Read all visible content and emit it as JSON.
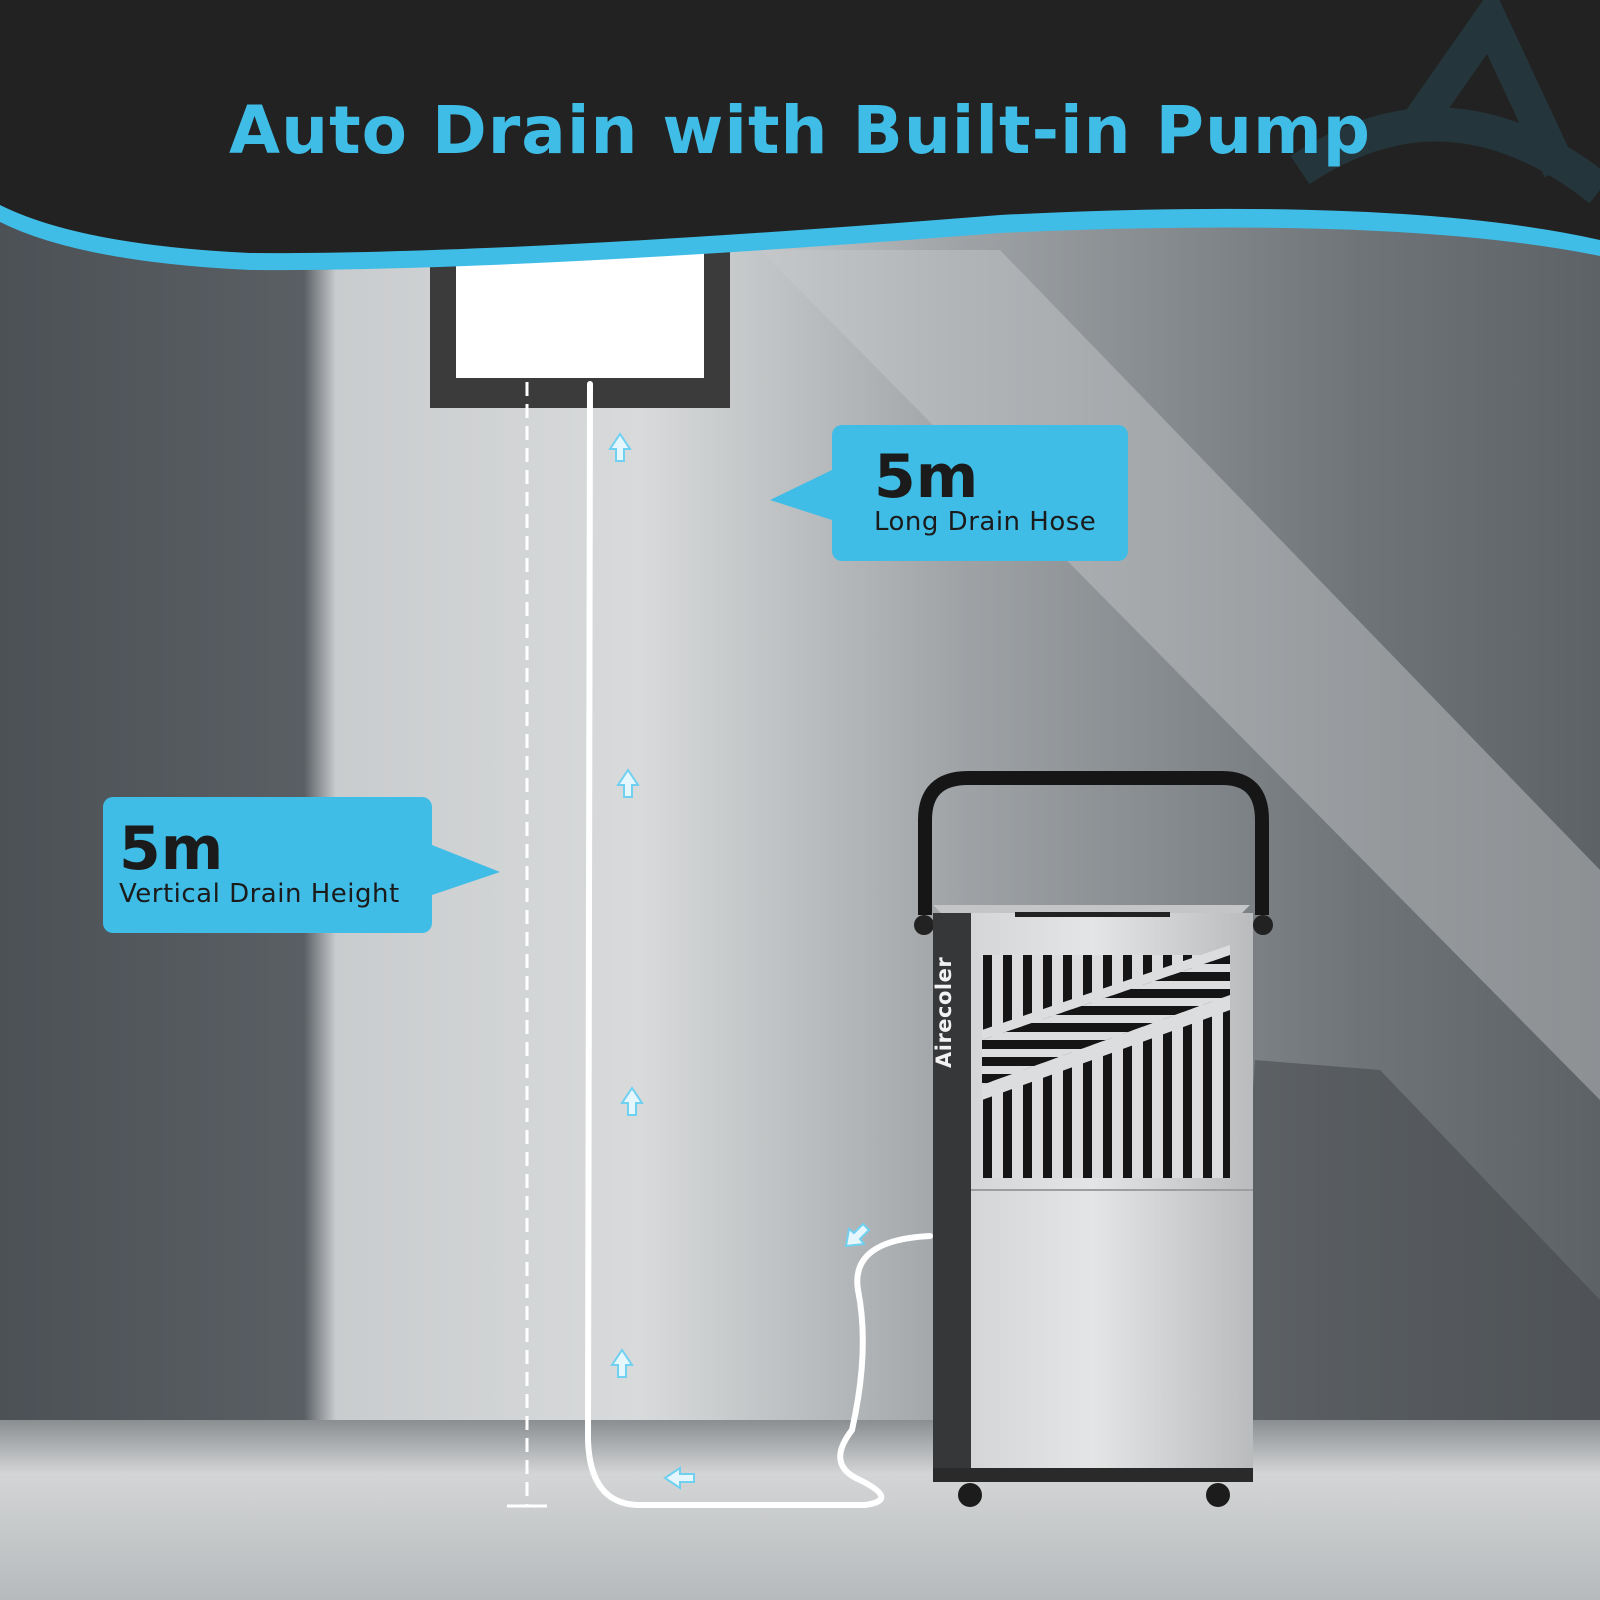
{
  "header": {
    "title": "Auto Drain with Built-in Pump"
  },
  "callouts": {
    "hose": {
      "value": "5m",
      "label": "Long Drain Hose"
    },
    "height": {
      "value": "5m",
      "label": "Vertical Drain Height"
    }
  },
  "product": {
    "brand": "Airecoler"
  },
  "colors": {
    "accent": "#3fbde6",
    "header_bg": "#222222"
  }
}
